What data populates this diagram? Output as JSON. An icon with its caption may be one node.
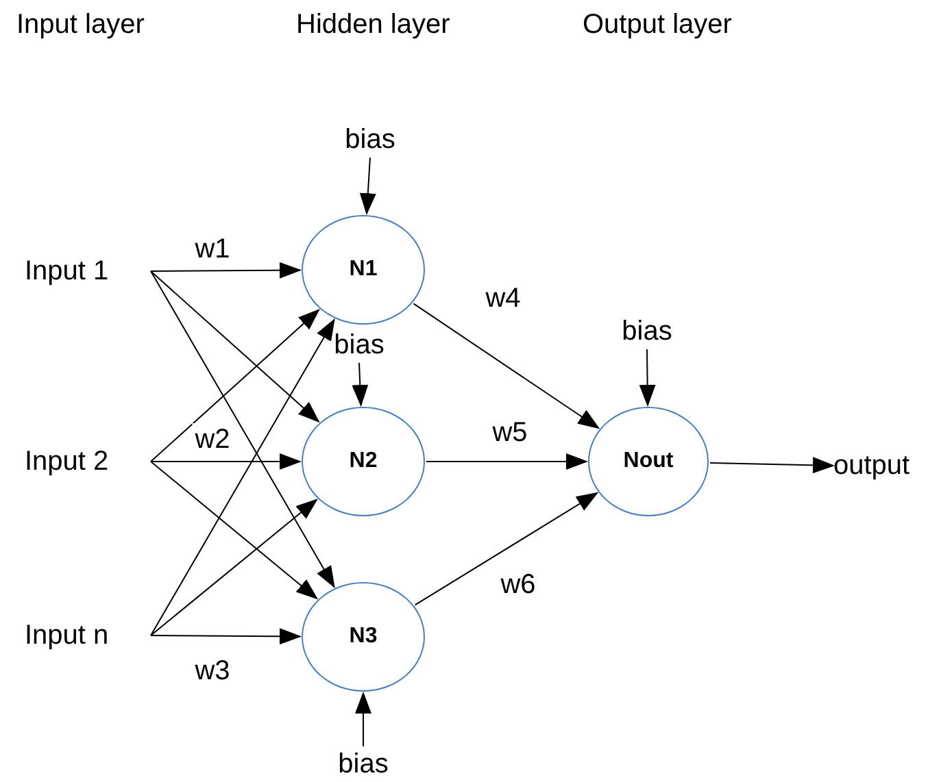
{
  "diagram": {
    "nodes": [
      {
        "text": [
          "Input 1"
        ]
      },
      {
        "text": [
          "Input 2"
        ]
      },
      {
        "text": [
          "Input n"
        ]
      },
      {
        "text": [
          "bias"
        ]
      },
      {
        "text": [
          "N1"
        ]
      },
      {
        "text": [
          "bias"
        ]
      },
      {
        "text": [
          "N2"
        ]
      },
      {
        "text": [
          "N3"
        ]
      },
      {
        "text": [
          "bias"
        ]
      },
      {
        "text": [
          "bias"
        ]
      },
      {
        "text": [
          "Nout"
        ]
      },
      {
        "text": [
          "output"
        ]
      }
    ],
    "edges": [
      {
        "from": 0,
        "to": 4,
        "arrow": "to",
        "label": "w1"
      },
      {
        "from": 0,
        "to": 6,
        "arrow": "to"
      },
      {
        "from": 0,
        "to": 7,
        "arrow": "to"
      },
      {
        "from": 1,
        "to": 4,
        "arrow": "to"
      },
      {
        "from": 1,
        "to": 6,
        "arrow": "to",
        "label": "w2"
      },
      {
        "from": 1,
        "to": 7,
        "arrow": "to"
      },
      {
        "from": 2,
        "to": 4,
        "arrow": "to"
      },
      {
        "from": 2,
        "to": 6,
        "arrow": "to"
      },
      {
        "from": 2,
        "to": 7,
        "arrow": "to",
        "label": "w3"
      },
      {
        "from": 3,
        "to": 4,
        "arrow": "to"
      },
      {
        "from": 5,
        "to": 6,
        "arrow": "to"
      },
      {
        "from": 8,
        "to": 7,
        "arrow": "to"
      },
      {
        "from": 4,
        "to": 10,
        "arrow": "to",
        "label": "w4"
      },
      {
        "from": 6,
        "to": 10,
        "arrow": "to",
        "label": "w5"
      },
      {
        "from": 7,
        "to": 10,
        "arrow": "to",
        "label": "w6"
      },
      {
        "from": 9,
        "to": 10,
        "arrow": "to"
      },
      {
        "from": 10,
        "to": 11,
        "arrow": "to"
      }
    ],
    "labels": [
      "Input layer",
      "Hidden layer",
      "Output layer"
    ]
  }
}
